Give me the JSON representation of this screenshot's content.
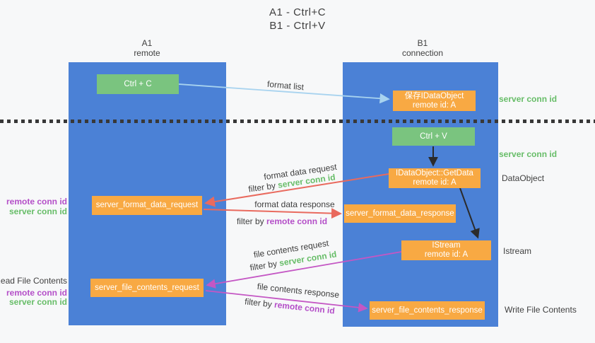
{
  "page": {
    "title_line1": "A1 - Ctrl+C",
    "title_line2": "B1 - Ctrl+V"
  },
  "colors": {
    "background": "#f7f8f9",
    "column_blue": "#4b81d6",
    "box_green": "#7ac47f",
    "box_orange": "#f8a943",
    "arrow_red": "#e96a5e",
    "arrow_magenta": "#c457c4",
    "arrow_blue": "#a8d3ef",
    "arrow_black": "#2b2b2b",
    "text_green": "#67bd68",
    "text_purple": "#b44fc8",
    "text_dark": "#3f3f3f",
    "dotted_line": "#383838"
  },
  "left_column": {
    "header_top": "A1",
    "header_bottom": "remote"
  },
  "right_column": {
    "header_top": "B1",
    "header_bottom": "connection"
  },
  "nodes": {
    "ctrl_c": "Ctrl + C",
    "save_dataobject_line1": "保存IDataObject",
    "save_dataobject_line2": "remote id: A",
    "ctrl_v": "Ctrl + V",
    "getdata_line1": "IDataObject::GetData",
    "getdata_line2": "remote id: A",
    "format_request": "server_format_data_request",
    "format_response": "server_format_data_response",
    "istream_line1": "IStream",
    "istream_line2": "remote id: A",
    "file_request": "server_file_contents_request",
    "file_response": "server_file_contents_response"
  },
  "labels": {
    "format_list": "format list",
    "server_conn_id_top": "server conn id",
    "server_conn_id_mid": "server conn id",
    "dataobject": "DataObject",
    "istream": "Istream",
    "write_file_contents": "Write File Contents",
    "read_file_contents": "Read File Contents",
    "format_data_request": "format data request",
    "filter_by_1": "filter by",
    "filter_value_1": "server conn id",
    "format_data_response": "format data response",
    "filter_by_2": "filter by",
    "filter_value_2": "remote conn id",
    "file_contents_request": "file contents request",
    "filter_by_3": "filter by",
    "filter_value_3": "server conn id",
    "file_contents_response": "file contents response",
    "filter_by_4": "filter by",
    "filter_value_4": "remote conn id",
    "left_remote_conn_id_1": "remote conn id",
    "left_server_conn_id_1": "server conn id",
    "left_remote_conn_id_2": "remote conn id",
    "left_server_conn_id_2": "server conn id"
  }
}
